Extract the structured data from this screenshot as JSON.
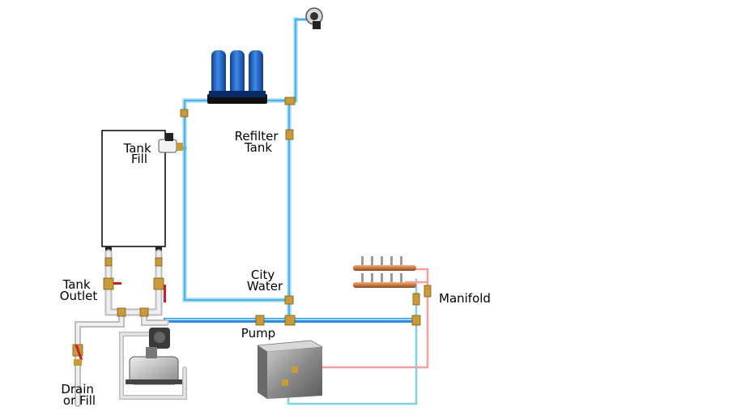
{
  "labels": {
    "tank_fill_1": "Tank",
    "tank_fill_2": "Fill",
    "refilter_1": "Refilter",
    "refilter_2": "Tank",
    "city_1": "City",
    "city_2": "Water",
    "tank_outlet_1": "Tank",
    "tank_outlet_2": "Outlet",
    "pump": "Pump",
    "manifold": "Manifold",
    "drain_1": "Drain",
    "drain_2": "or Fill"
  },
  "colors": {
    "cold_pipe": "#4fb3e8",
    "pipe_light": "#bfe6f7",
    "hot_pipe": "#f2a0a0",
    "filter_blue": "#1e63c6",
    "brass": "#c99a3a",
    "valve_red": "#c8202a",
    "copper": "#d98a55",
    "pvc": "#d8d8d8"
  }
}
